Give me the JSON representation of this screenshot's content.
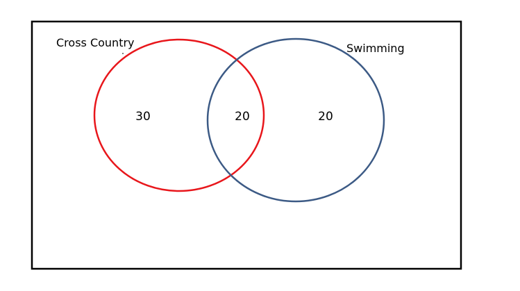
{
  "venn": {
    "sets": [
      {
        "name": "Cross Country",
        "only": "30",
        "color": "#e8161b"
      },
      {
        "name": "Swimming",
        "only": "20",
        "color": "#3c5a85"
      }
    ],
    "intersection": "20",
    "frame_color": "#000000"
  }
}
